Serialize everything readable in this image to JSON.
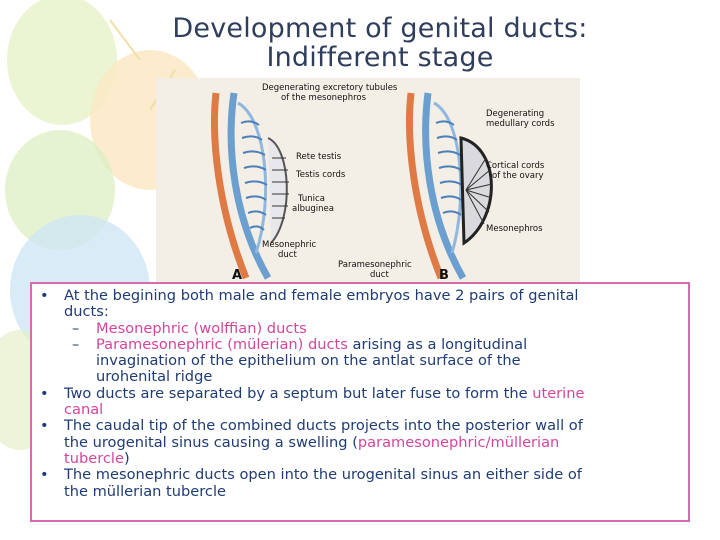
{
  "title": {
    "line1": "Development of genital ducts:",
    "line2": "Indifferent stage"
  },
  "figure": {
    "labels": {
      "degenerating_tubules": "Degenerating excretory tubules",
      "of_mesonephros": "of the mesonephros",
      "degenerating_medullary_1": "Degenerating",
      "degenerating_medullary_2": "medullary cords",
      "rete_testis": "Rete testis",
      "testis_cords": "Testis cords",
      "tunica_1": "Tunica",
      "tunica_2": "albuginea",
      "mesonephric_1": "Mesonephric",
      "mesonephric_2": "duct",
      "cortical_1": "Cortical cords",
      "cortical_2": "of the ovary",
      "mesonephros": "Mesonephros",
      "paramesonephric_1": "Paramesonephric",
      "paramesonephric_2": "duct"
    },
    "panel_a": "A",
    "panel_b": "B"
  },
  "content": {
    "bullet1": {
      "line1": "At the begining both male and female embryos have 2 pairs of genital",
      "line2": "ducts:",
      "sub1": "Mesonephric (wolffian) ducts",
      "sub2_pink": "Paramesonephric (mülerian) ducts",
      "sub2_rest": " arising as a longitudinal",
      "sub2_line2": "invagination of the epithelium on the antlat surface of the",
      "sub2_line3": "urohenital ridge"
    },
    "bullet2": {
      "text": "Two ducts are separated by a septum but later fuse to form the ",
      "pink1": "uterine",
      "pink2": "canal"
    },
    "bullet3": {
      "line1": "The caudal tip of the combined ducts projects into the posterior wall of",
      "line2_text": "the urogenital sinus causing a swelling (",
      "line2_pink": "paramesonephric/müllerian",
      "line3_pink": "tubercle",
      "line3_end": ")"
    },
    "bullet4": {
      "line1": "The mesonephric ducts open into the urogenital sinus an either side of",
      "line2": "the müllerian tubercle"
    },
    "bullet_char": "•",
    "dash_char": "–"
  }
}
